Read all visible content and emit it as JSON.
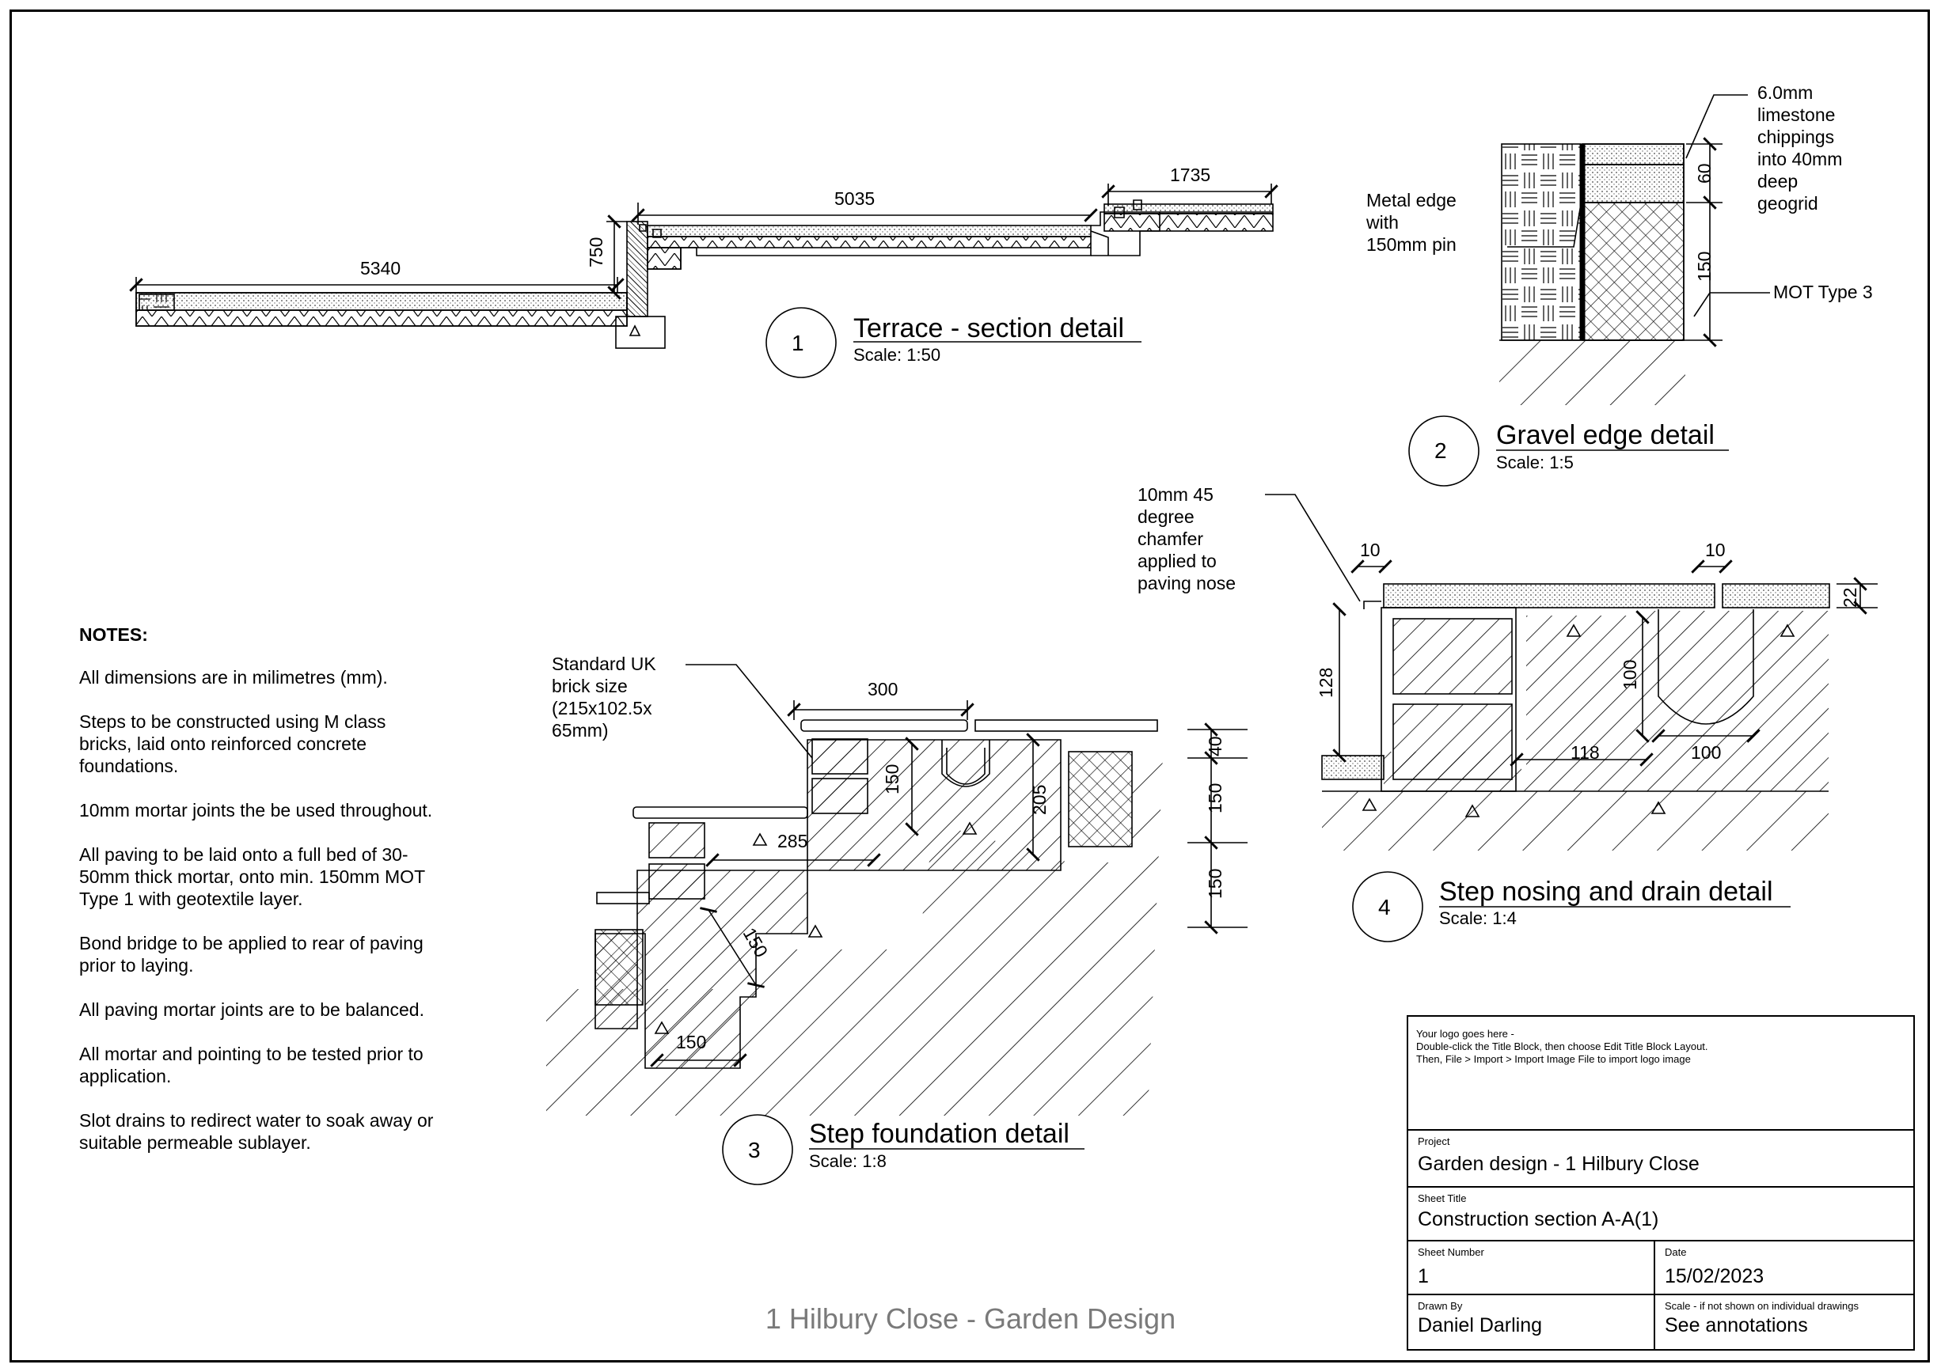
{
  "details": {
    "d1": {
      "number": "1",
      "title": "Terrace - section detail",
      "scale": "Scale: 1:50",
      "dims": {
        "a": "5340",
        "b": "5035",
        "c": "1735",
        "h": "750"
      }
    },
    "d2": {
      "number": "2",
      "title": "Gravel edge detail",
      "scale": "Scale: 1:5",
      "labels": {
        "metal1": "Metal edge",
        "metal2": "with",
        "metal3": "150mm pin",
        "ch1": "6.0mm",
        "ch2": "limestone",
        "ch3": "chippings",
        "ch4": "into 40mm",
        "ch5": "deep",
        "ch6": "geogrid",
        "mot": "MOT Type 3"
      },
      "dims": {
        "d60": "60",
        "d150": "150"
      }
    },
    "d3": {
      "number": "3",
      "title": "Step foundation detail",
      "scale": "Scale: 1:8",
      "labels": {
        "b1": "Standard UK",
        "b2": "brick size",
        "b3": "(215x102.5x",
        "b4": "65mm)"
      },
      "dims": {
        "d300": "300",
        "d285": "285",
        "d150a": "150",
        "d205": "205",
        "d40": "40",
        "d150b": "150",
        "d150c": "150",
        "d150d": "150",
        "d150e": "150"
      }
    },
    "d4": {
      "number": "4",
      "title": "Step nosing and drain detail",
      "scale": "Scale: 1:4",
      "labels": {
        "c1": "10mm 45",
        "c2": "degree",
        "c3": "chamfer",
        "c4": "applied to",
        "c5": "paving nose"
      },
      "dims": {
        "d10a": "10",
        "d10b": "10",
        "d22": "22",
        "d128": "128",
        "d100a": "100",
        "d118": "118",
        "d100b": "100"
      }
    }
  },
  "notes": {
    "heading": "NOTES:",
    "items": [
      "All dimensions are in milimetres (mm).",
      "Steps to be constructed using M class bricks, laid onto reinforced concrete foundations.",
      "10mm mortar joints the be used throughout.",
      "All paving to be laid onto a full bed of 30-50mm thick mortar, onto min. 150mm MOT Type 1 with geotextile layer.",
      "Bond bridge to be applied to rear of paving prior to laying.",
      "All paving mortar joints are to be balanced.",
      "All mortar and pointing to be tested prior to application.",
      "Slot drains to redirect water to soak away or suitable permeable sublayer."
    ]
  },
  "title_block": {
    "logo_1": "Your logo goes here -",
    "logo_2": "Double-click the Title Block, then choose Edit Title Block Layout.",
    "logo_3": "Then, File > Import > Import Image File to import logo image",
    "project_label": "Project",
    "project": "Garden design - 1 Hilbury Close",
    "sheet_title_label": "Sheet Title",
    "sheet_title": "Construction section A-A(1)",
    "sheet_number_label": "Sheet Number",
    "sheet_number": "1",
    "date_label": "Date",
    "date": "15/02/2023",
    "drawn_by_label": "Drawn By",
    "drawn_by": "Daniel Darling",
    "scale_label": "Scale - if not shown on individual drawings",
    "scale": "See annotations"
  },
  "footer": "1 Hilbury Close - Garden Design"
}
